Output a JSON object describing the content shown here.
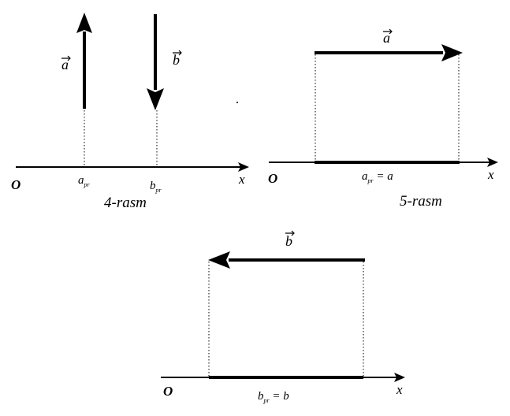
{
  "figures": [
    {
      "caption": "4-rasm",
      "origin": "O",
      "axis": "x",
      "vector_a": "a",
      "vector_b": "b",
      "proj_a_main": "a",
      "proj_a_sub": "pr",
      "proj_b_main": "b",
      "proj_b_sub": "pr"
    },
    {
      "caption": "5-rasm",
      "origin": "O",
      "axis": "x",
      "vector_a": "a",
      "proj_main": "a",
      "proj_sub": "pr",
      "proj_rest": " = a"
    },
    {
      "origin": "O",
      "axis": "x",
      "vector_b": "b",
      "proj_main": "b",
      "proj_sub": "pr",
      "proj_rest": " = b"
    }
  ],
  "colors": {
    "ink": "#000000",
    "background": "#ffffff"
  }
}
